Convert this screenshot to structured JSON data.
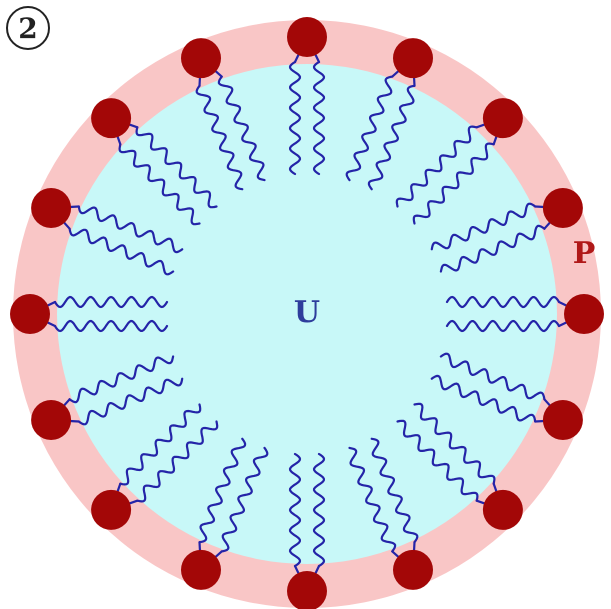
{
  "figure": {
    "number_label": "2",
    "inner_label": "U",
    "outer_label": "P"
  },
  "colors": {
    "outer_ring": "#f9c6c6",
    "core": "#c8f8f8",
    "heads": "#a30707",
    "tails": "#2424a8",
    "label_u": "#2e3d9c",
    "label_p": "#b01818",
    "number": "#222222"
  },
  "structure": {
    "head_count": 16,
    "tails_per_head": 2
  }
}
